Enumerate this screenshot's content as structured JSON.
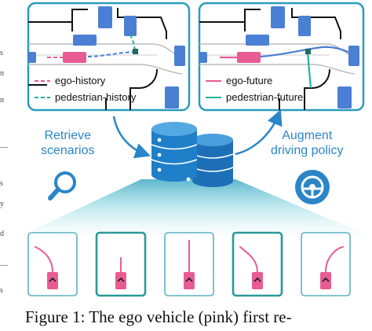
{
  "panels": {
    "history": {
      "legend": {
        "ego": "ego-history",
        "pedestrian": "pedestrian-history"
      }
    },
    "future": {
      "legend": {
        "ego": "ego-future",
        "pedestrian": "pedestrian-future"
      }
    }
  },
  "labels": {
    "retrieve": [
      "Retrieve",
      "scenarios"
    ],
    "augment": [
      "Augment",
      "driving policy"
    ]
  },
  "icons": [
    "search-icon",
    "steering-wheel-icon",
    "database-icon"
  ],
  "candidates": [
    {
      "trajectory": "curve-left",
      "highlighted": false
    },
    {
      "trajectory": "straight-short",
      "highlighted": true
    },
    {
      "trajectory": "straight-long",
      "highlighted": false
    },
    {
      "trajectory": "curve-right",
      "highlighted": true
    },
    {
      "trajectory": "curve-up-right",
      "highlighted": false
    }
  ],
  "caption": "Figure 1: The ego vehicle (pink) first re-",
  "colors": {
    "panel_border": "#2a9bbf",
    "ego": "#e85c94",
    "pedestrian": "#23b59b",
    "vehicle": "#4a7fd4",
    "accent": "#2a86c7",
    "highlight_border": "#2a9a9a"
  }
}
